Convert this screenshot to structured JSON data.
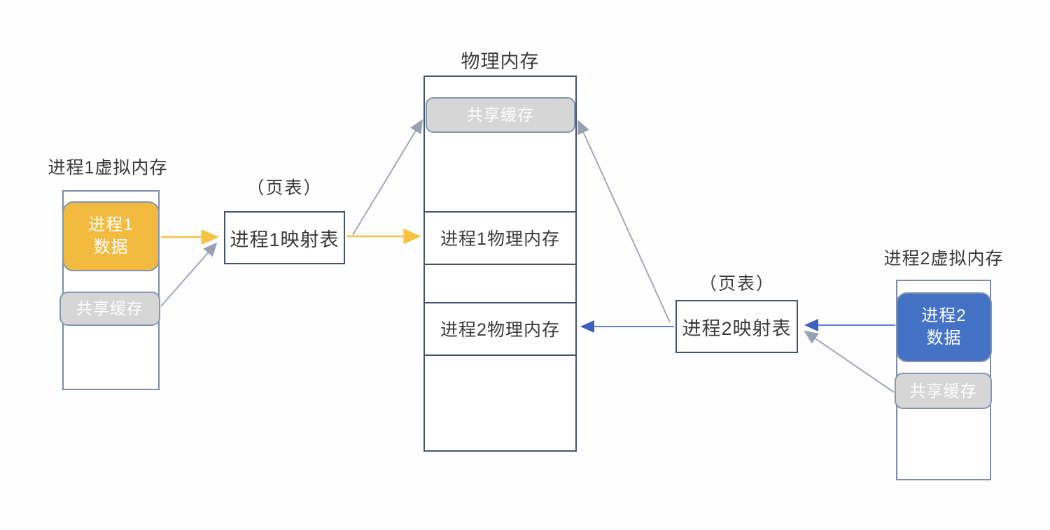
{
  "colors": {
    "yellow_fill": "#F2BB3F",
    "blue_fill": "#4472C4",
    "gray_fill": "#D6D6D6",
    "gray_border": "#8496B0",
    "container_border": "#7E8CA6",
    "dark_border": "#44546A",
    "arrow_yellow": "#F5C242",
    "arrow_gray": "#A0A8B6",
    "arrow_blue": "#5B7FD4",
    "text_dark": "#3A3A3A",
    "text_light": "#FFFFFF"
  },
  "process1": {
    "title": "进程1虚拟内存",
    "data_block": "进程1\n数据",
    "cache_block": "共享缓存",
    "page_table_label": "（页表）",
    "map_table": "进程1映射表"
  },
  "physical": {
    "title": "物理内存",
    "shared_cache": "共享缓存",
    "p1_region": "进程1物理内存",
    "p2_region": "进程2物理内存"
  },
  "process2": {
    "title": "进程2虚拟内存",
    "data_block": "进程2\n数据",
    "cache_block": "共享缓存",
    "page_table_label": "（页表）",
    "map_table": "进程2映射表"
  }
}
